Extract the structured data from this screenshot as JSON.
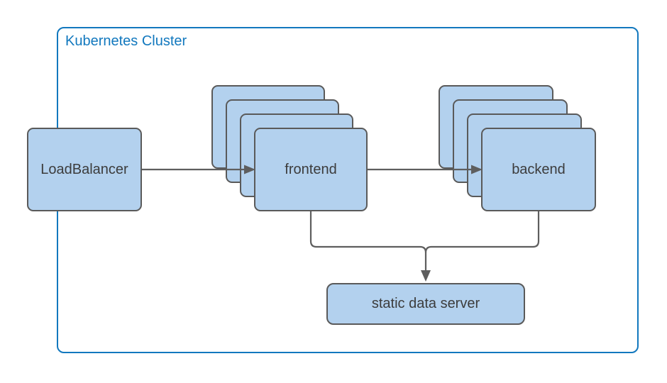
{
  "diagram": {
    "title": "Kubernetes Cluster",
    "nodes": {
      "load_balancer": {
        "label": "LoadBalancer",
        "type": "rounded-box"
      },
      "frontend": {
        "label": "frontend",
        "type": "stack",
        "stack_count": 4
      },
      "backend": {
        "label": "backend",
        "type": "stack",
        "stack_count": 4
      },
      "static_data_server": {
        "label": "static data server",
        "type": "rounded-box"
      }
    },
    "edges": [
      {
        "from": "LoadBalancer",
        "to": "frontend",
        "arrow": true
      },
      {
        "from": "frontend",
        "to": "backend",
        "arrow": true
      },
      {
        "from": "frontend",
        "to": "static data server",
        "arrow": true
      },
      {
        "from": "backend",
        "to": "static data server",
        "arrow": true
      }
    ],
    "colors": {
      "background": "#FFFFFF",
      "cluster_border": "#1278BE",
      "cluster_title": "#1278BE",
      "node_fill": "#B3D1EE",
      "node_border": "#5A5A5A",
      "node_text": "#3C3C3C",
      "connector": "#5E5E5E"
    }
  }
}
